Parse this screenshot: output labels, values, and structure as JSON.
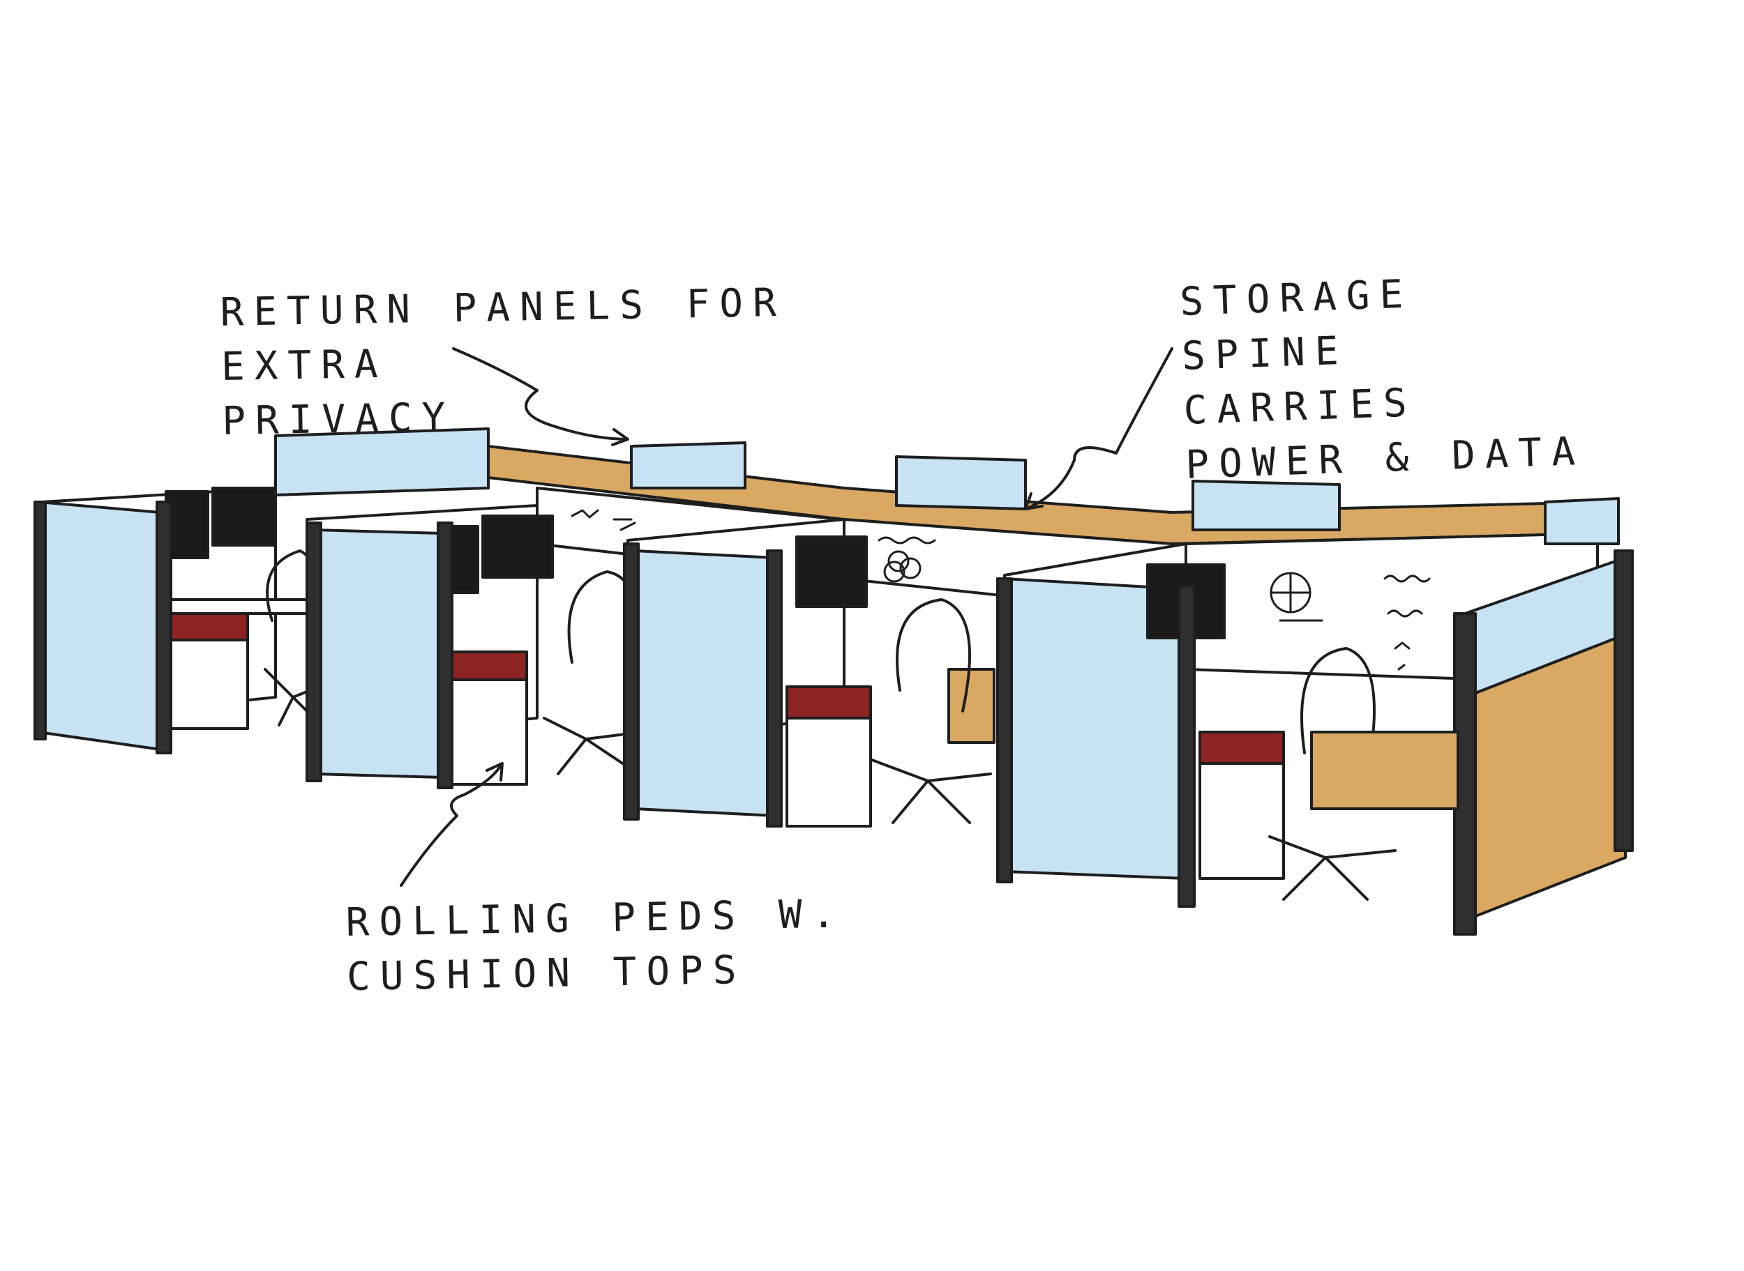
{
  "annotations": {
    "return_panels": [
      "RETURN PANELS FOR",
      "EXTRA",
      "PRIVACY"
    ],
    "storage_spine": [
      "STORAGE",
      "SPINE",
      "CARRIES",
      "POWER & DATA"
    ],
    "rolling_peds": [
      "ROLLING PEDS W.",
      "CUSHION TOPS"
    ]
  },
  "colors": {
    "panel_blue": "#c6e2f3",
    "frame": "#2f2f2f",
    "wood": "#d9a863",
    "cushion": "#8e2323",
    "marker_board": "#ffffff",
    "monitor": "#1a1a1a",
    "ink": "#1e1e1e"
  },
  "icons": [
    "chair-icon",
    "monitor-icon",
    "pedestal-icon"
  ]
}
